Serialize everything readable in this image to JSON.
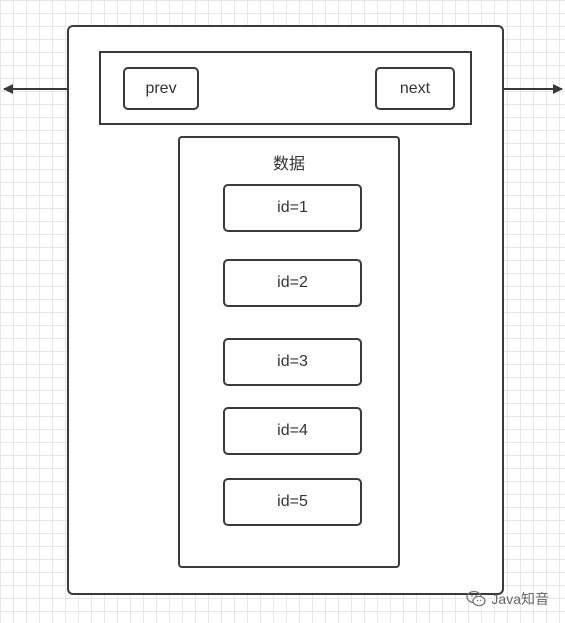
{
  "diagram": {
    "pointer_bar": {
      "prev_label": "prev",
      "next_label": "next"
    },
    "data_box": {
      "title": "数据",
      "items": [
        "id=1",
        "id=2",
        "id=3",
        "id=4",
        "id=5"
      ]
    }
  },
  "watermark": {
    "text": "Java知音"
  },
  "colors": {
    "stroke": "#3a3a3a",
    "grid": "#e6e6e6",
    "text": "#333333"
  }
}
